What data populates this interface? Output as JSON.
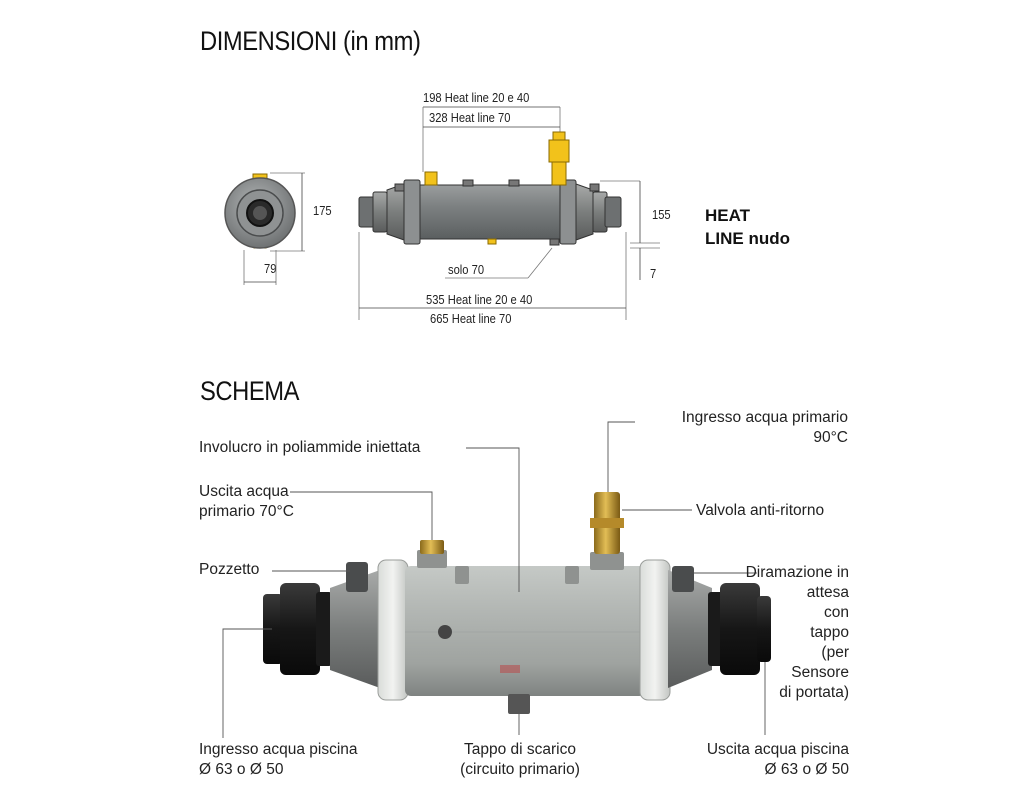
{
  "dimensions": {
    "title": "DIMENSIONI (in mm)",
    "top_label_1": "198 Heat line 20 e 40",
    "top_label_2": "328 Heat line 70",
    "height_side": "175",
    "width_side": "79",
    "height_body": "155",
    "feet": "7",
    "solo": "solo 70",
    "bottom_label_1": "535 Heat line 20 e 40",
    "bottom_label_2": "665 Heat line 70",
    "product_line1": "HEAT",
    "product_line2": "LINE nudo"
  },
  "schema": {
    "title": "SCHEMA",
    "ingresso_primario": [
      "Ingresso acqua primario",
      "90°C"
    ],
    "involucro": "Involucro in poliammide iniettata",
    "uscita_primario": [
      "Uscita acqua",
      "primario 70°C"
    ],
    "valvola": "Valvola anti-ritorno",
    "pozzetto": "Pozzetto",
    "diramazione": [
      "Diramazione in",
      "attesa",
      "con",
      "tappo",
      "(per",
      "Sensore",
      "di portata)"
    ],
    "ingresso_piscina": [
      "Ingresso acqua piscina",
      "Ø 63 o Ø 50"
    ],
    "tappo": [
      "Tappo di scarico",
      "(circuito primario)"
    ],
    "uscita_piscina": [
      "Uscita acqua piscina",
      "Ø 63 o Ø 50"
    ]
  },
  "colors": {
    "body": "#8a8d8e",
    "body_light": "#b4b8b6",
    "brass": "#c9a137",
    "yellow": "#f2c21b",
    "union": "#1b1b1b"
  }
}
